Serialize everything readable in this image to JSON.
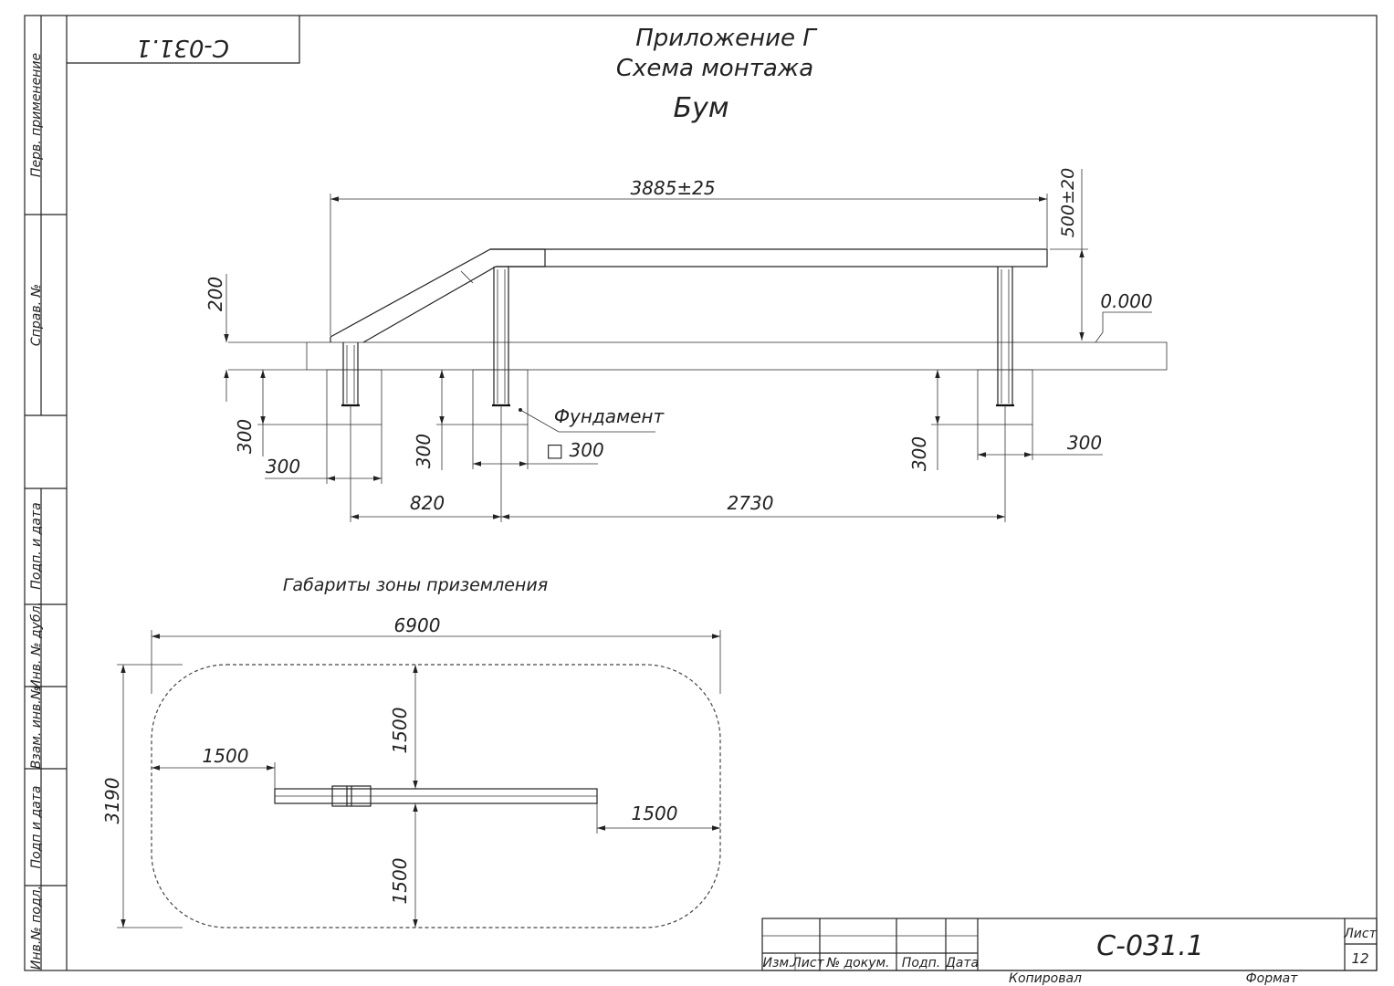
{
  "drawing": {
    "title_line1": "Приложение Г",
    "title_line2": "Схема монтажа",
    "title_line3": "Бум",
    "stamp_code": "С-031.1",
    "code": "С-031.1"
  },
  "side_labels": {
    "perv": "Перв. применение",
    "sprav": "Справ. №",
    "podp_data_1": "Подп. и дата",
    "inv_dubl": "Инв. № дубл.",
    "vzam": "Взам. инв.№",
    "podp_data_2": "Подп и дата",
    "inv_podl": "Инв.№ подл."
  },
  "elevation": {
    "dim_length": "3885±25",
    "dim_height": "500±20",
    "dim_200": "200",
    "level_mark": "0.000",
    "dim_300_left": "300",
    "dim_300_left_h": "300",
    "dim_300_mid": "300",
    "dim_300_right": "300",
    "dim_300_right_h": "300",
    "foundation_label": "Фундамент",
    "foundation_size": "□ 300",
    "dim_820": "820",
    "dim_2730": "2730"
  },
  "plan": {
    "heading": "Габариты зоны приземления",
    "dim_width": "6900",
    "dim_height": "3190",
    "dim_top": "1500",
    "dim_bottom": "1500",
    "dim_left": "1500",
    "dim_right": "1500"
  },
  "title_block": {
    "izm": "Изм.",
    "list": "Лист",
    "doc_no": "№ докум.",
    "podp": "Подп.",
    "data": "Дата",
    "code": "С-031.1",
    "sheet_label": "Лист",
    "sheet_number": "12",
    "copied": "Копировал",
    "format": "Формат"
  }
}
